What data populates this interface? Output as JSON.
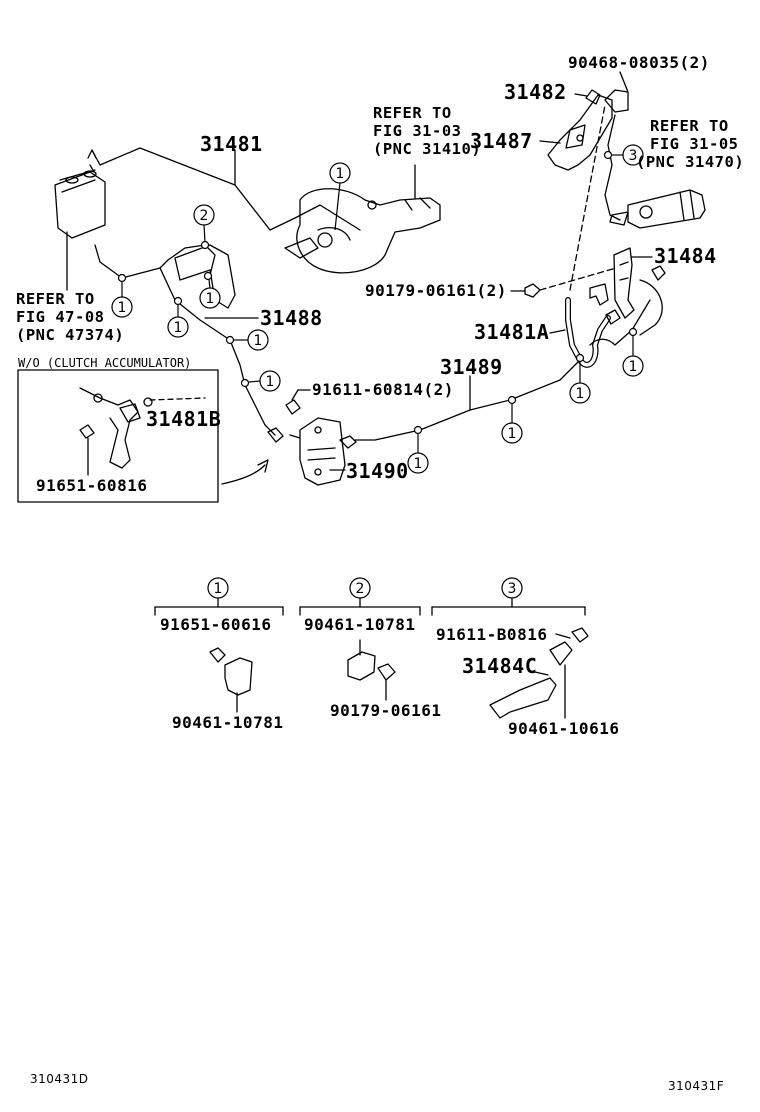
{
  "labels": {
    "p90468": "90468-08035(2)",
    "p31482": "31482",
    "p31487": "31487",
    "p31481": "31481",
    "p31484": "31484",
    "p90179_top": "90179-06161(2)",
    "p31481A": "31481A",
    "p31488": "31488",
    "p31489": "31489",
    "p91611_top": "91611-60814(2)",
    "p31481B": "31481B",
    "p91651_inset": "91651-60816",
    "p31490": "31490",
    "p91651_b": "91651-60616",
    "p90461_b1": "90461-10781",
    "p90461_b2": "90461-10781",
    "p90179_b": "90179-06161",
    "p91611_b": "91611-B0816",
    "p31484C": "31484C",
    "p90461_b3": "90461-10616"
  },
  "refs": {
    "ref1": [
      "REFER TO",
      "FIG 31-03",
      "(PNC 31410)"
    ],
    "ref2": [
      "REFER TO",
      "FIG 31-05",
      "(PNC 31470)"
    ],
    "ref3": [
      "REFER TO",
      "FIG 47-08",
      "(PNC 47374)"
    ]
  },
  "inset": {
    "title": "W/O (CLUTCH ACCUMULATOR)"
  },
  "callouts": {
    "one": "1",
    "two": "2",
    "three": "3"
  },
  "footer": {
    "left_code": "310431D",
    "right_code": "310431F"
  }
}
